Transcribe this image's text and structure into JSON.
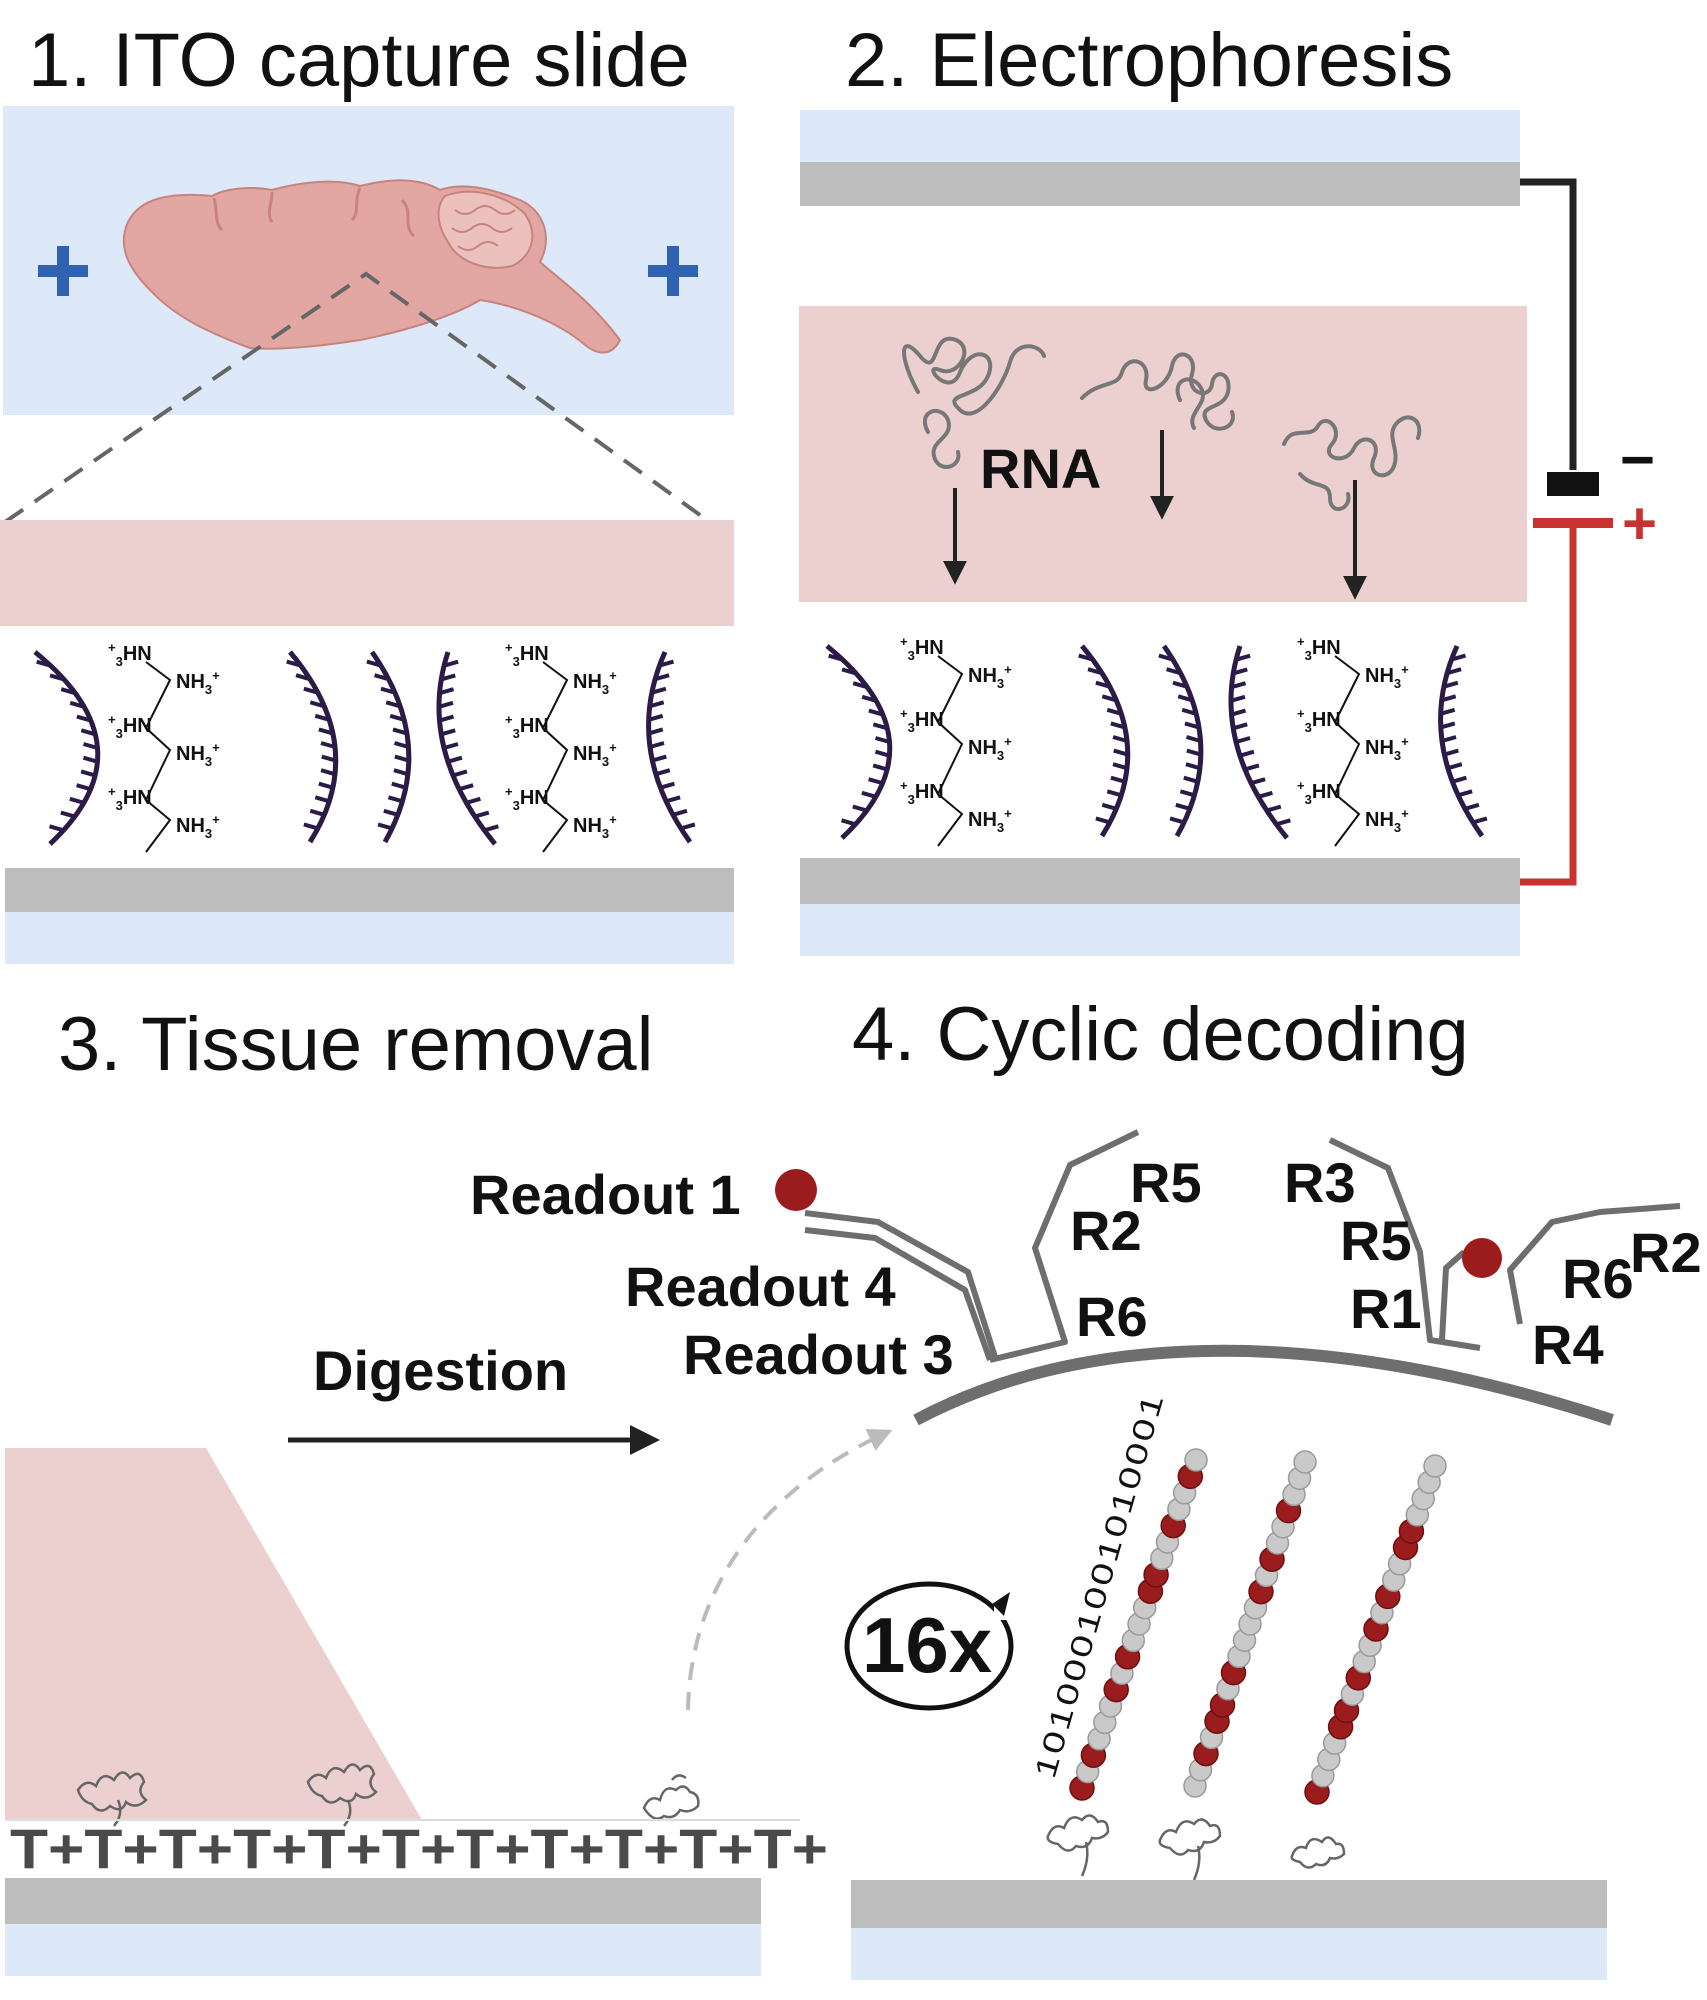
{
  "panels": [
    {
      "title": "1.  ITO capture slide"
    },
    {
      "title": "2. Electrophoresis"
    },
    {
      "title": "3. Tissue removal"
    },
    {
      "title": "4. Cyclic decoding"
    }
  ],
  "labels": {
    "plus": "+",
    "minus": "−",
    "rna": "RNA",
    "digestion": "Digestion",
    "cycles": "16x",
    "barcode": "1010001001010001",
    "tt_row": "T+T+T+T+T+T+T+T+T+T+T+",
    "readouts": [
      "Readout 1",
      "Readout 4",
      "Readout 3"
    ],
    "r_labels": [
      "R5",
      "R2",
      "R6",
      "R3",
      "R5",
      "R1",
      "R6",
      "R2",
      "R4"
    ]
  },
  "chem": {
    "left_group": "HN",
    "right_group": "NH",
    "sub3": "3",
    "sup_plus": "+"
  },
  "colors": {
    "slide_blue": "#dde9f8",
    "electrode_gray": "#bdbdbd",
    "tissue_pink": "#ecd0cf",
    "brain_pink": "#e2a7a3",
    "probe_purple": "#2c1b47",
    "red_bead": "#9b1c1c",
    "gray_bead": "#c9c9c9",
    "wire_black": "#222222",
    "wire_red": "#c8322f",
    "plus_blue": "#2f63b1"
  }
}
